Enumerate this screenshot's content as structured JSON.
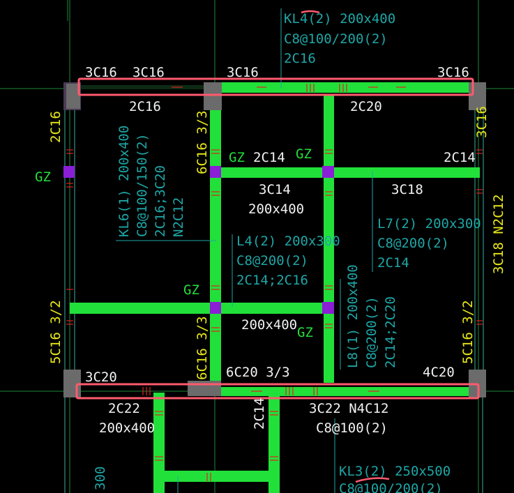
{
  "colors": {
    "background": "#000000",
    "beam": "#22E03A",
    "column": "#6B6B6B",
    "gz_column": "#8A1FD6",
    "text_yellow": "#E8E81A",
    "text_white": "#F2F2F2",
    "text_cyan": "#1FA6A6",
    "text_green": "#22E03A",
    "highlight": "#FF5A6E",
    "axis": "#1E8A3A",
    "rebar_tick": "#E02020"
  },
  "labels": {
    "top_cyan_1": "KL4(2) 200x400",
    "top_cyan_2": "C8@100/200(2)",
    "top_cyan_3": "2C16",
    "top_3c16_a": "3C16",
    "top_3c16_b": "3C16",
    "top_3c16_c": "3C16",
    "top_3c16_d": "3C16",
    "top_2c16": "2C16",
    "top_2c20": "2C20",
    "left_2c16": "2C16",
    "right_3c16": "3C16",
    "gz_left": "GZ",
    "gz_mid": "GZ",
    "gz_upper": "GZ",
    "gz_center": "GZ",
    "gz_lower": "GZ",
    "mid_6c16_top": "6C16 3/3",
    "mid_2c14_a": "2C14",
    "right_2c14": "2C14",
    "c_3c14": "3C14",
    "c_200x400_a": "200x400",
    "c_3c18": "3C18",
    "kl6_1": "KL6(1) 200x400",
    "kl6_2": "C8@100/150(2)",
    "kl6_3": "2C16;3C20",
    "kl6_4": "N2C12",
    "l4_1": "L4(2) 200x300",
    "l4_2": "C8@200(2)",
    "l4_3": "2C14;2C16",
    "l7_1": "L7(2) 200x300",
    "l7_2": "C8@200(2)",
    "l7_3": "2C14",
    "right_vert": "3C18 N2C12",
    "c_200x400_b": "200x400",
    "l8_1": "L8(1) 200x400",
    "l8_2": "C8@200(2)",
    "l8_3": "2C14;2C20",
    "left_5c16": "5C16 3/2",
    "right_5c16": "5C16 3/2",
    "mid_6c16_bot": "6C16 3/3",
    "b_3c20": "3C20",
    "b_6c20": "6C20 3/3",
    "b_4c20": "4C20",
    "b_2c22": "2C22",
    "b_200x400": "200x400",
    "b_2c14": "2C14",
    "b_3c22": "3C22 N4C12",
    "b_c8": "C8@100(2)",
    "kl3_1": "KL3(2) 250x500",
    "kl3_2": "C8@100/200(2)",
    "b_300": "300"
  }
}
